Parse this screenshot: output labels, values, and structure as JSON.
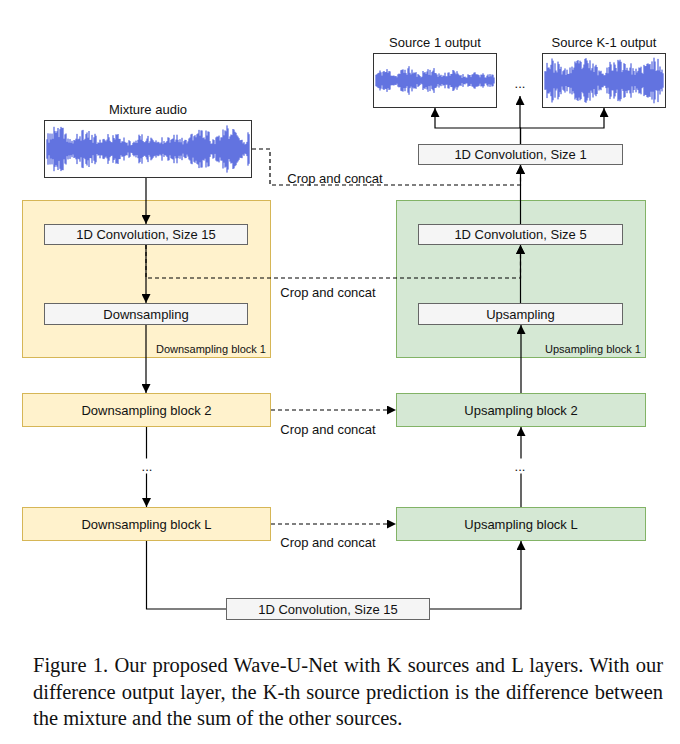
{
  "diagram": {
    "caption": "Figure 1. Our proposed Wave-U-Net with K sources and L layers. With our difference output layer, the K-th source prediction is the difference between the mixture and the sum of the other sources.",
    "nodes": [
      {
        "text": [
          "Source 1 output"
        ]
      },
      {
        "text": [
          "Source K-1 output"
        ]
      },
      {
        "text": [
          "Mixture audio"
        ]
      },
      {
        "text": [
          "1D Convolution, Size 1"
        ]
      },
      {
        "text": [
          "Downsampling block 1"
        ]
      },
      {
        "text": [
          "1D Convolution, Size 15"
        ],
        "in": 4
      },
      {
        "text": [
          "Downsampling"
        ],
        "in": 4
      },
      {
        "text": [
          "Upsampling block 1"
        ]
      },
      {
        "text": [
          "1D Convolution, Size 5"
        ],
        "in": 7
      },
      {
        "text": [
          "Upsampling"
        ],
        "in": 7
      },
      {
        "text": [
          "Downsampling block 2"
        ]
      },
      {
        "text": [
          "Upsampling block 2"
        ]
      },
      {
        "text": [
          "Downsampling block L"
        ]
      },
      {
        "text": [
          "Upsampling block L"
        ]
      },
      {
        "text": [
          "1D Convolution, Size 15"
        ]
      }
    ],
    "edges": [
      {
        "from": 2,
        "to": 5,
        "arrow": "to"
      },
      {
        "from": 5,
        "to": 6,
        "arrow": "to"
      },
      {
        "from": 6,
        "to": 10,
        "arrow": "to"
      },
      {
        "from": 10,
        "to": 12,
        "label": "...",
        "arrow": "to"
      },
      {
        "from": 12,
        "to": 14,
        "arrow": "none"
      },
      {
        "from": 14,
        "to": 13,
        "arrow": "to"
      },
      {
        "from": 13,
        "to": 11,
        "label": "...",
        "arrow": "to"
      },
      {
        "from": 11,
        "to": 9,
        "arrow": "to"
      },
      {
        "from": 9,
        "to": 8,
        "arrow": "to"
      },
      {
        "from": 8,
        "to": 3,
        "arrow": "to"
      },
      {
        "from": 3,
        "to": 0,
        "arrow": "to"
      },
      {
        "from": 3,
        "to": 1,
        "arrow": "to"
      },
      {
        "from": 2,
        "to": 3,
        "label": "Crop and concat",
        "arrow": "to"
      },
      {
        "from": 5,
        "to": 8,
        "label": "Crop and concat",
        "arrow": "to"
      },
      {
        "from": 10,
        "to": 11,
        "label": "Crop and concat",
        "arrow": "to"
      },
      {
        "from": 12,
        "to": 13,
        "label": "Crop and concat",
        "arrow": "to"
      }
    ],
    "labels": [
      "..."
    ]
  }
}
